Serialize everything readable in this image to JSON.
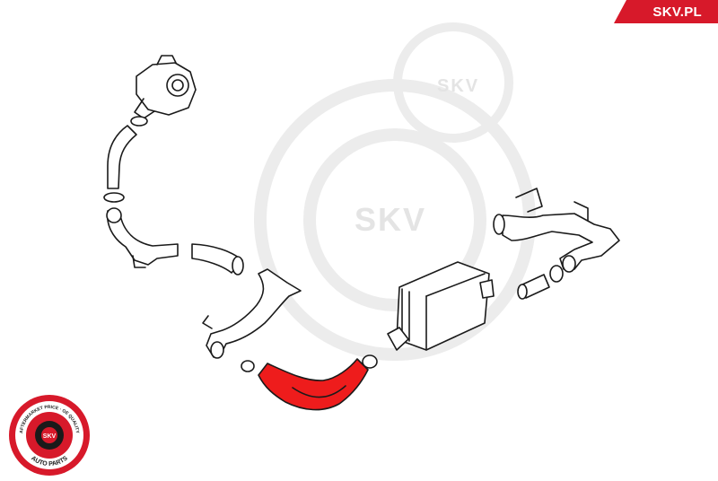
{
  "brand": {
    "tag_text": "SKV.PL",
    "red": "#d7192a",
    "watermark_text": "SKV"
  },
  "seal": {
    "center_text": "SKV",
    "ring_text": "AFTERMARKET PRICE · OE QUALITY",
    "bottom_text": "AUTO PARTS",
    "icon": "gear-icon"
  },
  "highlight": {
    "part": "intercooler-hose",
    "color": "#ee1c1c"
  }
}
